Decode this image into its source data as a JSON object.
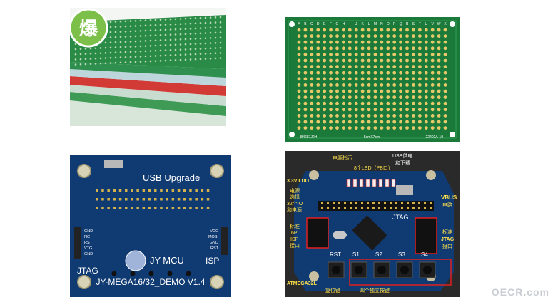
{
  "badge": "爆",
  "grid_board": {
    "columns": [
      "A",
      "B",
      "C",
      "D",
      "E",
      "F",
      "G",
      "H",
      "I",
      "J",
      "K",
      "L",
      "M",
      "N",
      "O",
      "P",
      "Q",
      "R",
      "S",
      "T",
      "U",
      "V",
      "W",
      "X"
    ],
    "bottom_left": "B4687J2H",
    "bottom_center": "5cmX7cm",
    "bottom_right": "22402A-10"
  },
  "jy_board": {
    "usb": "USB Upgrade",
    "brand": "JY-MCU",
    "model": "JY-MEGA16/32_DEMO V1.4",
    "jtag": "JTAG",
    "isp": "ISP",
    "jtag_pins": [
      "GND",
      "NC",
      "RST",
      "VTG",
      "GND"
    ],
    "isp_pins": [
      "VCC",
      "MOSI",
      "GND",
      "RST"
    ]
  },
  "annotated_board": {
    "power_indicator": "电源指示",
    "usb_power": "USB供电",
    "usb_download": "和下载",
    "leds": "8个LED（PB口）",
    "ldo": "3.3V LDO",
    "power_select_1": "电源",
    "power_select_2": "选择",
    "io_1": "32个IO",
    "io_2": "和电源",
    "vbus": "VBUS",
    "vbus_circuit": "电路",
    "std_left_1": "标准",
    "std_left_2": "6P",
    "std_left_3": "ISP",
    "std_left_4": "接口",
    "std_right_1": "标准",
    "std_right_2": "JTAG",
    "std_right_3": "接口",
    "jtag": "JTAG",
    "rst": "RST",
    "s1": "S1",
    "s2": "S2",
    "s3": "S3",
    "s4": "S4",
    "chip": "ATMEGA32L",
    "reset_key": "复位键",
    "four_keys": "四个独立按键"
  },
  "watermark": "OECR.com",
  "colors": {
    "pcb_green": "#1b7a3a",
    "pcb_blue": "#103a72",
    "annotation_yellow": "#ffe14a",
    "highlight_red": "#e02020"
  }
}
